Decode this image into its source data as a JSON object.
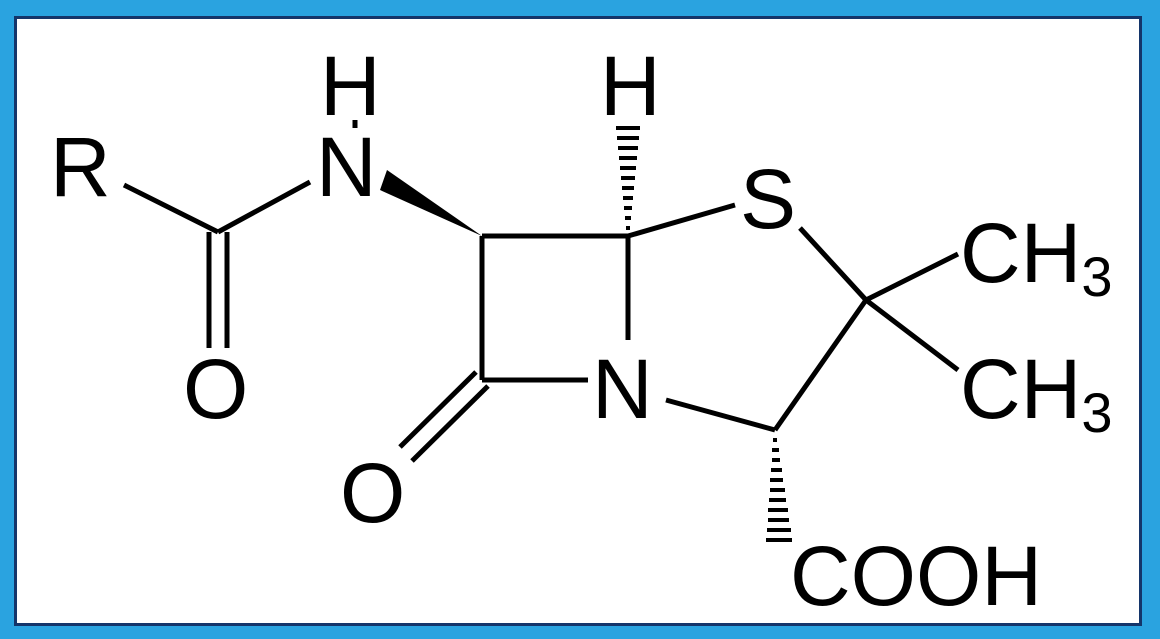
{
  "colors": {
    "frame_outer": "#2aa3e0",
    "frame_inner_border": "#14356a",
    "background": "#ffffff",
    "ink": "#000000"
  },
  "labels": {
    "r": "R",
    "h_top_left": "H",
    "n_amide": "N",
    "h_top_right": "H",
    "s_ring": "S",
    "o_amide": "O",
    "n_ring": "N",
    "o_lactam": "O",
    "ch3_upper": {
      "main": "CH",
      "sub": "3"
    },
    "ch3_lower": {
      "main": "CH",
      "sub": "3"
    },
    "cooh": "COOH"
  }
}
